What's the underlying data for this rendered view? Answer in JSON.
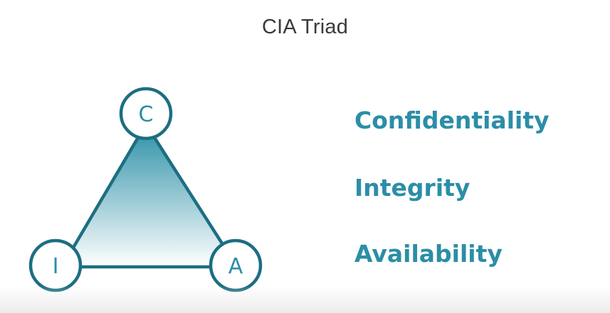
{
  "title": "CIA Triad",
  "colors": {
    "accent": "#2b8ea6",
    "outline": "#1d6e82",
    "fill_top": "#2a8fa6",
    "fill_bottom": "#ffffff",
    "title_text": "#3a3a3a"
  },
  "diagram": {
    "nodes": {
      "top": "C",
      "bottom_left": "I",
      "bottom_right": "A"
    }
  },
  "terms": [
    "Confidentiality",
    "Integrity",
    "Availability"
  ]
}
